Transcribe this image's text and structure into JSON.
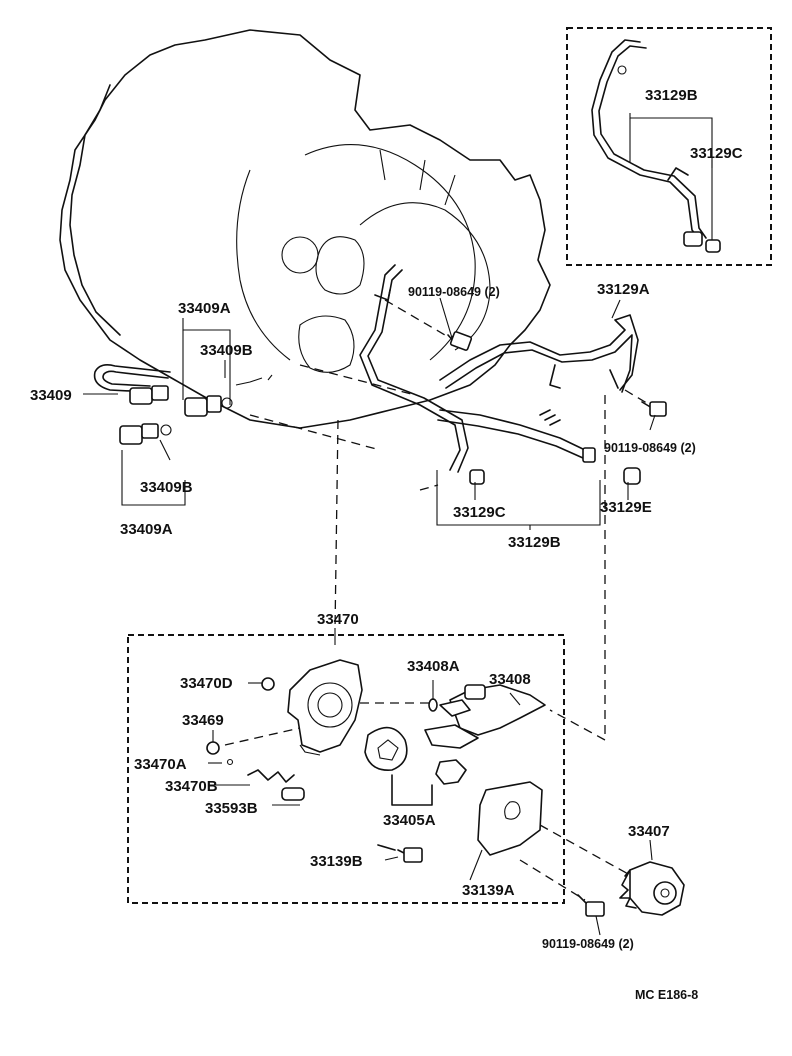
{
  "labels": {
    "p33409A_top": "33409A",
    "p33409B_top": "33409B",
    "p33409": "33409",
    "p33409B_bot": "33409B",
    "p33409A_bot": "33409A",
    "p90119_top": "90119-08649 (2)",
    "p33129A": "33129A",
    "p33129B_inset": "33129B",
    "p33129C_inset": "33129C",
    "p90119_mid": "90119-08649 (2)",
    "p33129C": "33129C",
    "p33129E": "33129E",
    "p33129B": "33129B",
    "p33470": "33470",
    "p33470D": "33470D",
    "p33408A": "33408A",
    "p33408": "33408",
    "p33469": "33469",
    "p33470A": "33470A",
    "p33470B": "33470B",
    "p33593B": "33593B",
    "p33405A": "33405A",
    "p33139B": "33139B",
    "p33139A": "33139A",
    "p33407": "33407",
    "p90119_bot": "90119-08649 (2)",
    "code": "MC  E186-8"
  }
}
